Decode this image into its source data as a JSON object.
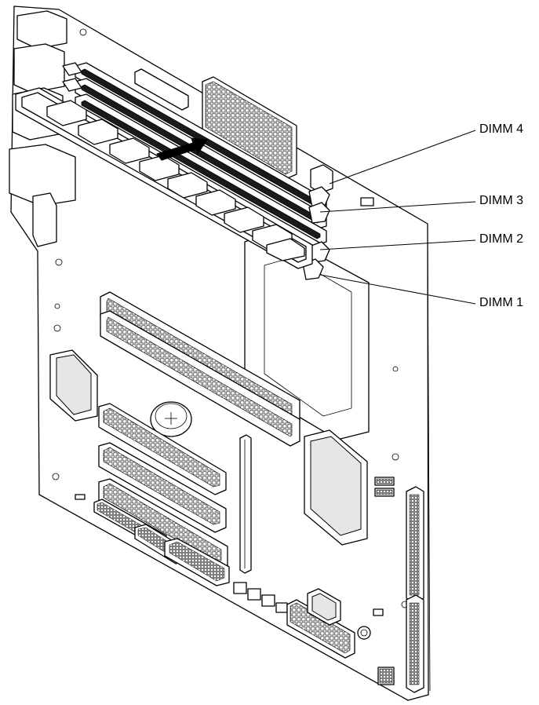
{
  "callouts": {
    "dimm4": "DIMM 4",
    "dimm3": "DIMM 3",
    "dimm2": "DIMM 2",
    "dimm1": "DIMM 1"
  },
  "colors": {
    "line": "#000000",
    "background": "#ffffff"
  }
}
